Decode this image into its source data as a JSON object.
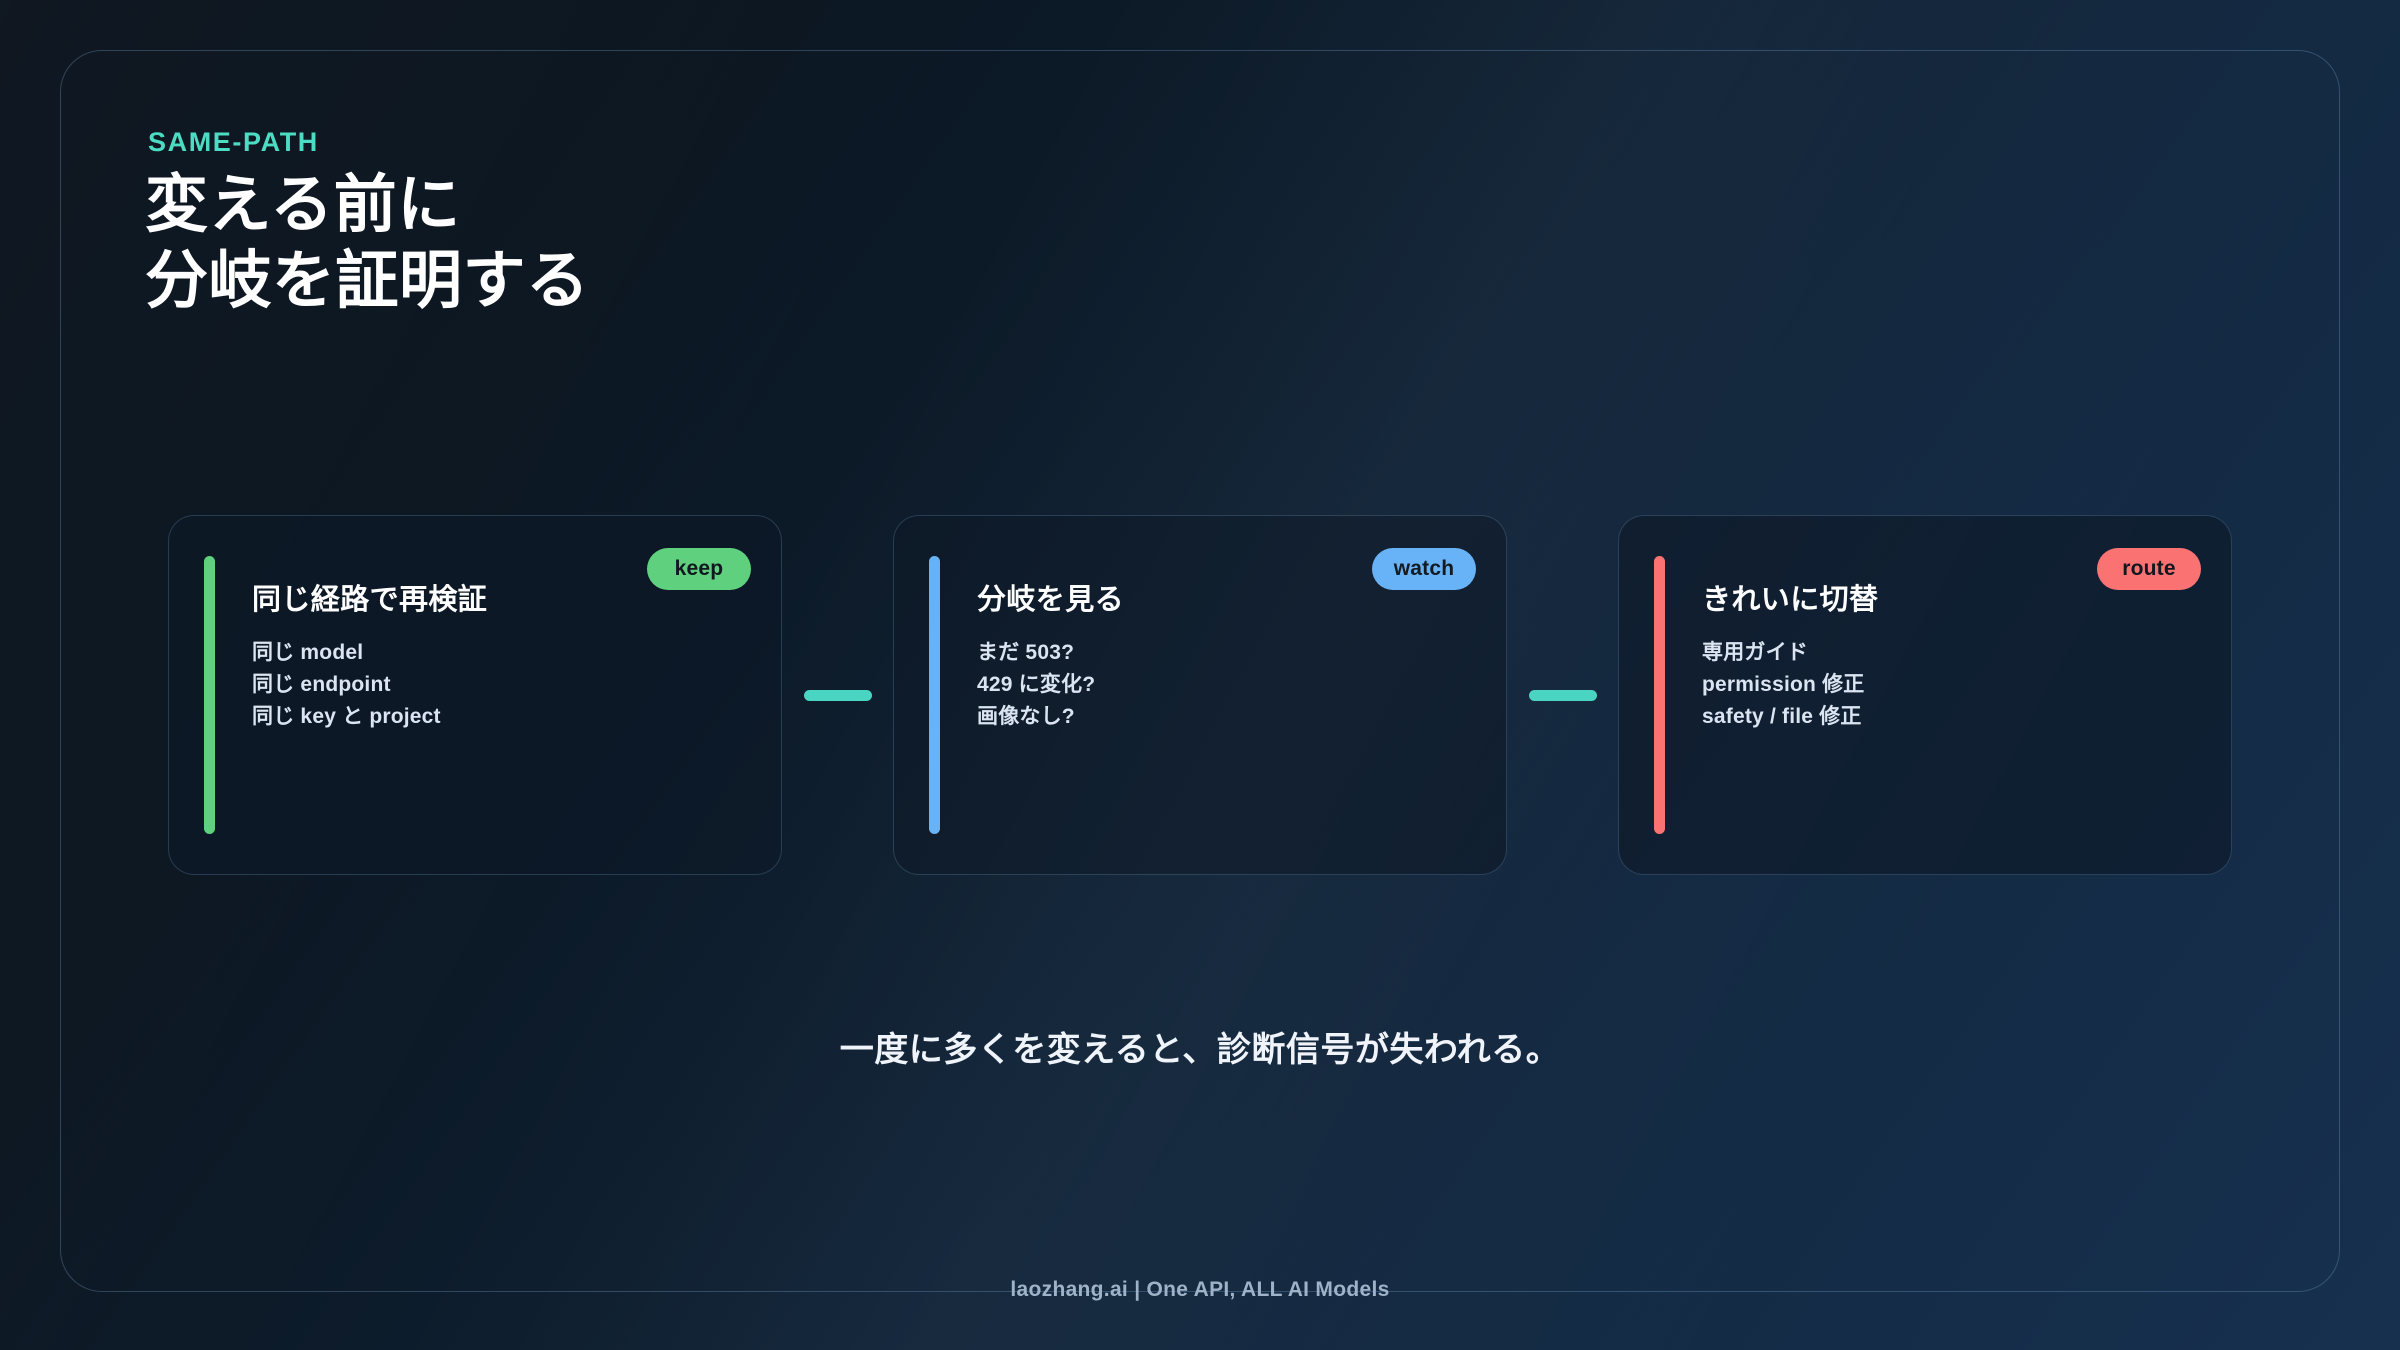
{
  "slide": {
    "eyebrow": "SAME-PATH",
    "headline_lines": [
      "変える前に",
      "分岐を証明する"
    ],
    "caption": "一度に多くを変えると、診断信号が失われる。",
    "footer": "laozhang.ai | One API, ALL AI Models",
    "connector_color": "#4ad4c2"
  },
  "cards": [
    {
      "badge": "keep",
      "badge_color": "#5ed07e",
      "accent_color": "#5ed07e",
      "title": "同じ経路で再検証",
      "lines": [
        "同じ model",
        "同じ endpoint",
        "同じ key と project"
      ]
    },
    {
      "badge": "watch",
      "badge_color": "#67b2f7",
      "accent_color": "#67b2f7",
      "title": "分岐を見る",
      "lines": [
        "まだ 503?",
        "429 に変化?",
        "画像なし?"
      ]
    },
    {
      "badge": "route",
      "badge_color": "#fb7272",
      "accent_color": "#fb7272",
      "title": "きれいに切替",
      "lines": [
        "専用ガイド",
        "permission 修正",
        "safety / file 修正"
      ]
    }
  ]
}
